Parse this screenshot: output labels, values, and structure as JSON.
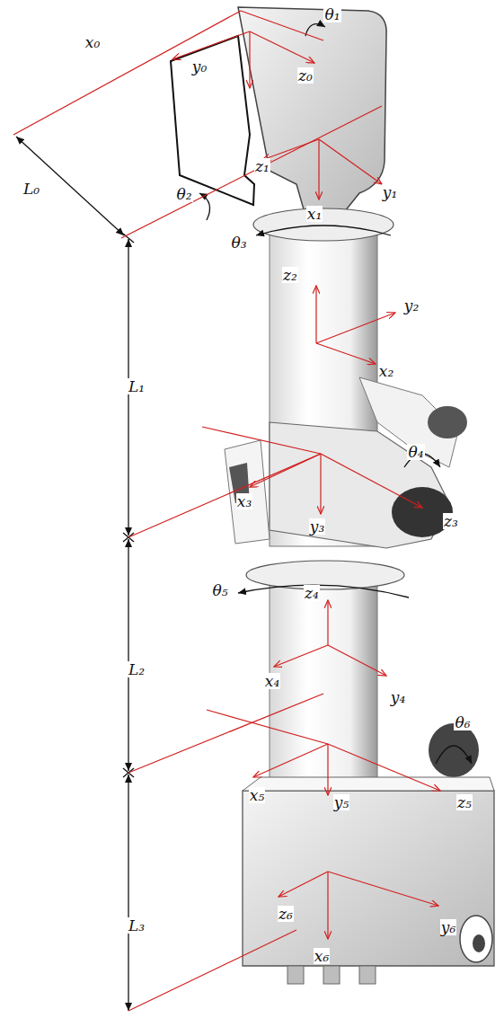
{
  "diagram": {
    "labels": [
      "x₀",
      "θ₁",
      "y₀",
      "z₀",
      "L₀",
      "z₁",
      "y₁",
      "θ₂",
      "x₁",
      "θ₃",
      "z₂",
      "y₂",
      "x₂",
      "L₁",
      "x₃",
      "θ₄",
      "y₃",
      "z₃",
      "θ₅",
      "z₄",
      "x₄",
      "y₄",
      "L₂",
      "x₅",
      "θ₆",
      "y₅",
      "z₅",
      "z₆",
      "y₆",
      "L₃",
      "x₆"
    ]
  }
}
